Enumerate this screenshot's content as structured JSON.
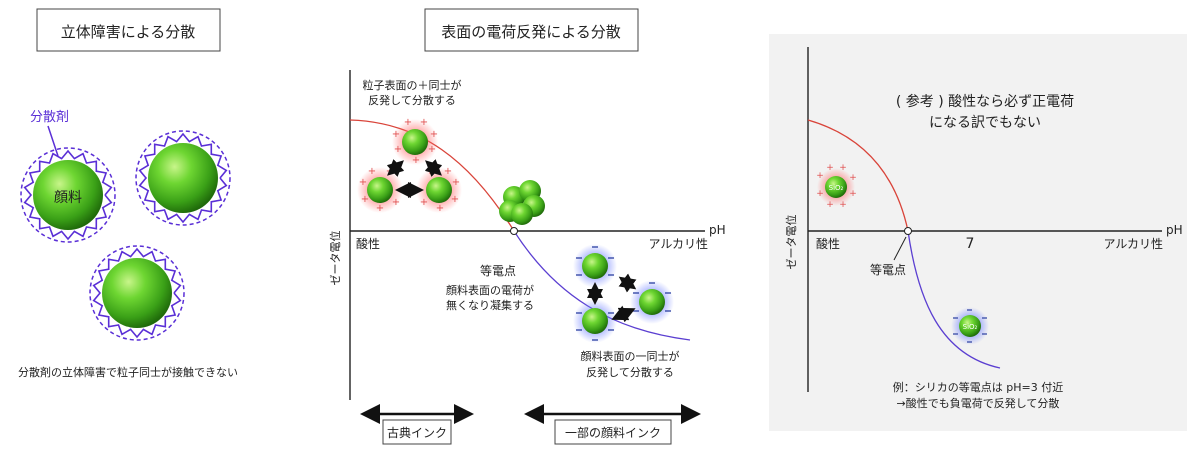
{
  "panel1": {
    "title": "立体障害による分散",
    "dispersant_label": "分散剤",
    "pigment_label": "顔料",
    "caption": "分散剤の立体障害で粒子同士が接触できない"
  },
  "panel2": {
    "title": "表面の電荷反発による分散",
    "y_axis_label": "ゼータ電位",
    "x_axis_label": "pH",
    "acidic_label": "酸性",
    "alkaline_label": "アルカリ性",
    "positive_note_line1": "粒子表面の＋同士が",
    "positive_note_line2": "反発して分散する",
    "iep_label": "等電点",
    "iep_note_line1": "顔料表面の電荷が",
    "iep_note_line2": "無くなり凝集する",
    "negative_note_line1": "顔料表面の一同士が",
    "negative_note_line2": "反発して分散する",
    "classic_ink_label": "古典インク",
    "some_ink_label": "一部の顔料インク"
  },
  "panel3": {
    "title_line1": "( 参考 ) 酸性なら必ず正電荷",
    "title_line2": "になる訳でもない",
    "y_axis_label": "ゼータ電位",
    "x_axis_label": "pH",
    "acidic_label": "酸性",
    "alkaline_label": "アルカリ性",
    "tick_7": "7",
    "iep_label": "等電点",
    "silica_label": "SiO₂",
    "note_line1": "例：シリカの等電点は pH=3 付近",
    "note_line2": "→酸性でも負電荷で反発して分散"
  },
  "colors": {
    "positive_curve": "#d9443a",
    "negative_curve": "#5b3fd1",
    "dispersant": "#5a2fd6",
    "particle": "#3fb41a",
    "plus_sign": "#e05050",
    "minus_sign": "#2a3fa0",
    "panel3_bg": "#f2f2f2"
  }
}
